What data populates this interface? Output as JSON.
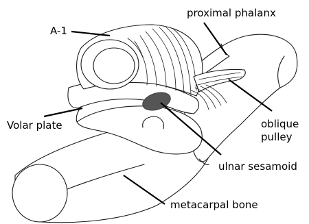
{
  "labels": {
    "a1": "A-1",
    "proximal_phalanx": "proximal phalanx",
    "volar_plate": "Volar plate",
    "oblique_pulley_line1": "oblique",
    "oblique_pulley_line2": "pulley",
    "ulnar_sesamoid": "ulnar sesamoid",
    "metacarpal_bone": "metacarpal bone"
  },
  "colors": {
    "sesamoid_fill": "#555555",
    "outline": "#1a1a1a",
    "background": "#ffffff"
  }
}
